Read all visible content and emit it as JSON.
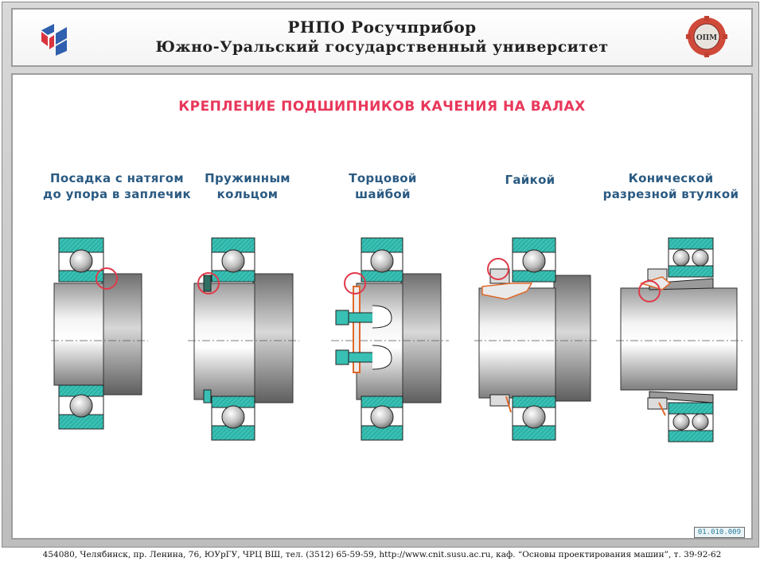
{
  "header": {
    "line1": "РНПО Росучприбор",
    "line2": "Южно-Уральский государственный университет",
    "emblem_text": "ОПМ"
  },
  "slide": {
    "title": "КРЕПЛЕНИЕ ПОДШИПНИКОВ КАЧЕНИЯ НА ВАЛАХ",
    "methods": [
      {
        "line1": "Посадка с натягом",
        "line2": "до упора в заплечик"
      },
      {
        "line1": "Пружинным",
        "line2": "кольцом"
      },
      {
        "line1": "Торцовой",
        "line2": "шайбой"
      },
      {
        "line1": "Гайкой",
        "line2": ""
      },
      {
        "line1": "Конической",
        "line2": "разрезной втулкой"
      }
    ],
    "code": "01.010.009"
  },
  "footer": {
    "text": "454080, Челябинск, пр. Ленина, 76, ЮУрГУ, ЧРЦ ВШ, тел. (3512) 65-59-59, http://www.cnit.susu.ac.ru, каф. “Основы проектирования машин”, т. 39-92-62"
  },
  "colors": {
    "title": "#e8375a",
    "label": "#2a5a82",
    "bearing": "#38c0b4",
    "callout": "#e03a4a",
    "washer": "#e0682a"
  }
}
